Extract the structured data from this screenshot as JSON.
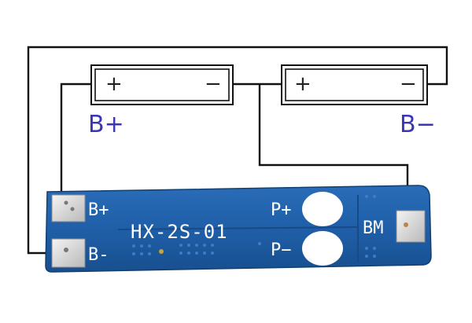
{
  "cells": [
    {
      "plus": "+",
      "minus": "−"
    },
    {
      "plus": "+",
      "minus": "−"
    }
  ],
  "labels": {
    "battery_plus": "B+",
    "battery_minus": "B−"
  },
  "board": {
    "model": "HX-2S-01",
    "pad_b_plus": "B+",
    "pad_b_minus": "B-",
    "pad_p_plus": "P+",
    "pad_p_minus": "P−",
    "pad_bm": "BM"
  },
  "colors": {
    "pcb": "#1f5fa8",
    "pcb_dark": "#174a86",
    "wire": "#111111",
    "label_blue": "#3b35b8",
    "pad_silver": "#d9d9d9"
  }
}
